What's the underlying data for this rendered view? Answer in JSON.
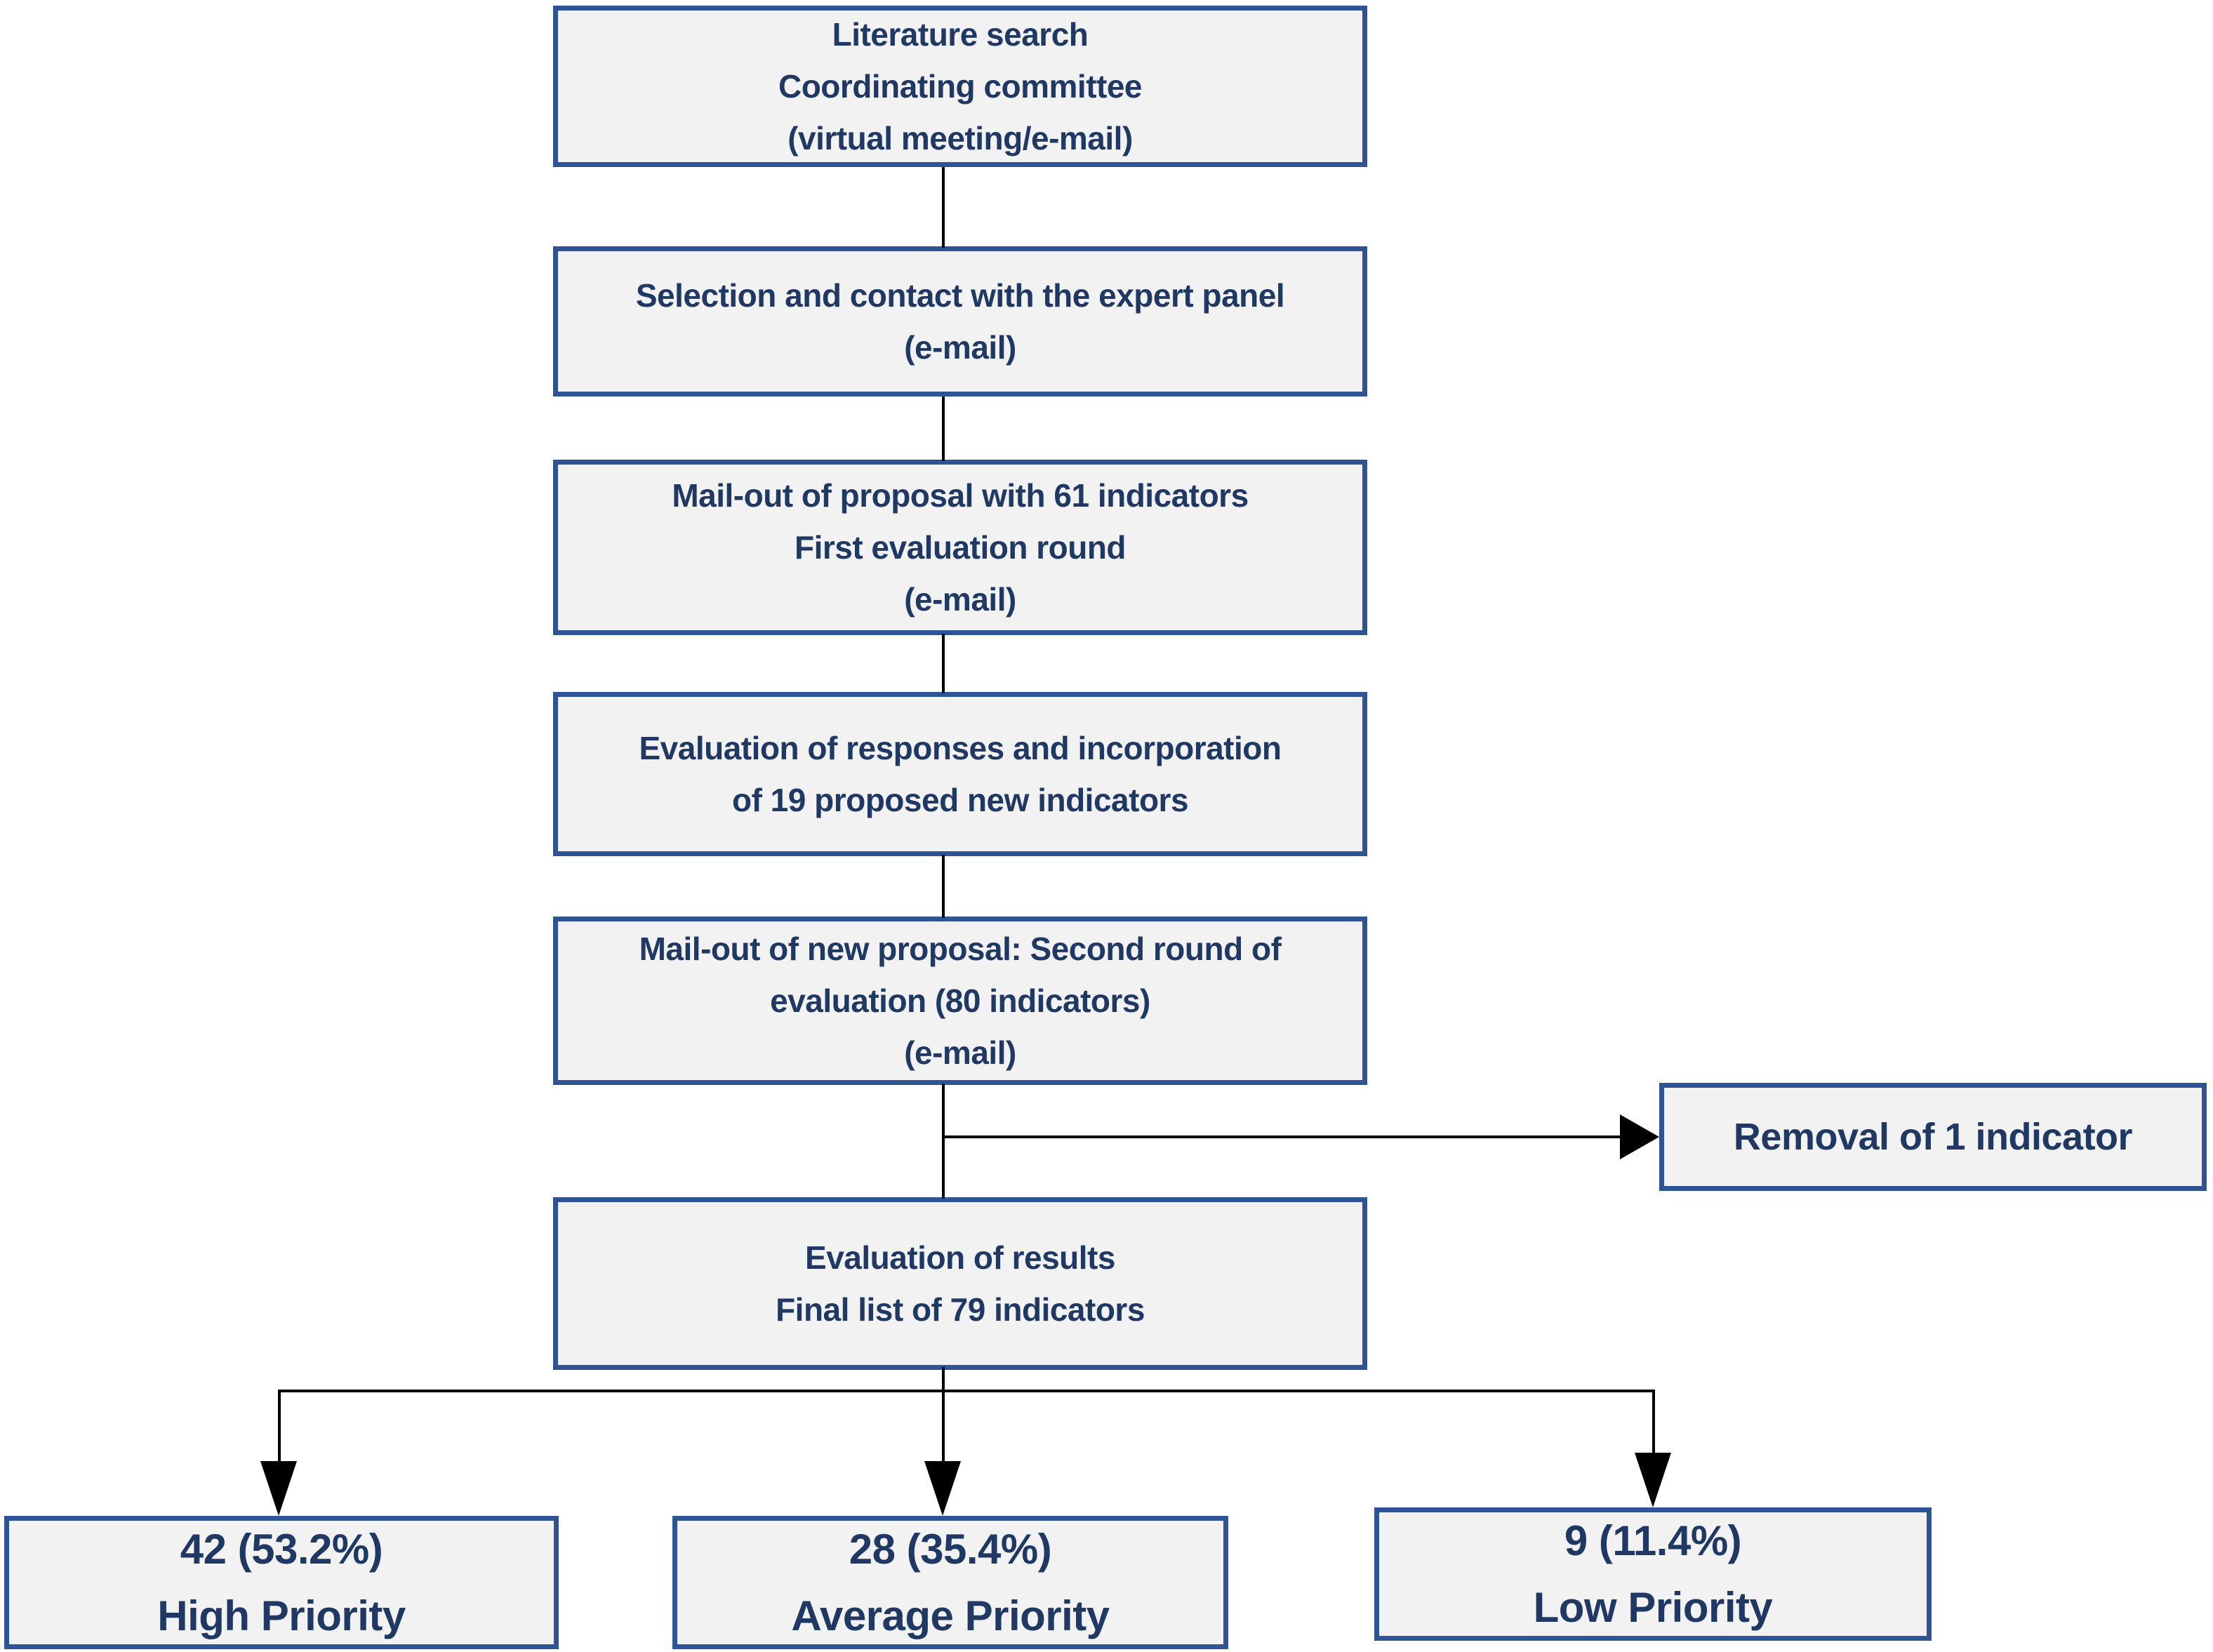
{
  "diagram": {
    "type": "flowchart",
    "colors": {
      "border": "#2f5496",
      "fill": "#f2f2f3",
      "text": "#1f3864",
      "connector": "#000000",
      "background": "#ffffff"
    },
    "flow_boxes": [
      {
        "name": "literature-search",
        "lines": [
          "Literature search",
          "Coordinating committee",
          "(virtual meeting/e-mail)"
        ]
      },
      {
        "name": "expert-panel-contact",
        "lines": [
          "Selection and contact with the expert panel",
          "(e-mail)"
        ]
      },
      {
        "name": "first-evaluation-round",
        "lines": [
          "Mail-out of proposal with 61 indicators",
          "First evaluation round",
          "(e-mail)"
        ]
      },
      {
        "name": "incorporation-of-new-indicators",
        "lines": [
          "Evaluation of responses and incorporation",
          "of 19 proposed new indicators"
        ]
      },
      {
        "name": "second-evaluation-round",
        "lines": [
          "Mail-out of new proposal: Second round of",
          "evaluation (80 indicators)",
          "(e-mail)"
        ]
      },
      {
        "name": "final-results",
        "lines": [
          "Evaluation of results",
          "Final list of 79 indicators"
        ]
      }
    ],
    "side_box": {
      "name": "removal-of-indicator",
      "lines": [
        "Removal of 1 indicator"
      ]
    },
    "outcome_boxes": [
      {
        "name": "high-priority",
        "lines": [
          "42 (53.2%)",
          "High Priority"
        ]
      },
      {
        "name": "average-priority",
        "lines": [
          "28 (35.4%)",
          "Average Priority"
        ]
      },
      {
        "name": "low-priority",
        "lines": [
          "9 (11.4%)",
          "Low Priority"
        ]
      }
    ]
  }
}
